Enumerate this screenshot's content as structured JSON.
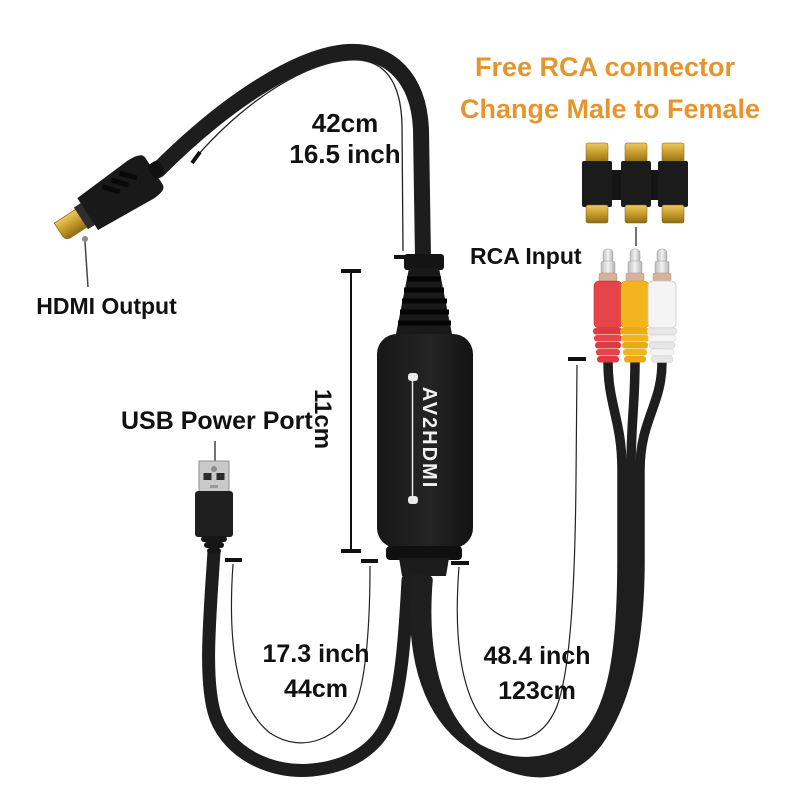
{
  "image_type": "product-annotation-photo",
  "titles": {
    "line1": "Free RCA connector",
    "line2": "Change Male to Female"
  },
  "labels": {
    "hdmi_output": "HDMI Output",
    "usb_power_port": "USB Power Port",
    "rca_input": "RCA Input",
    "device_name": "AV2HDMI"
  },
  "measurements": {
    "hdmi_cable": {
      "metric": "42cm",
      "imperial": "16.5 inch"
    },
    "converter_body": {
      "metric": "11cm"
    },
    "usb_cable": {
      "imperial": "17.3 inch",
      "metric": "44cm"
    },
    "rca_cable": {
      "imperial": "48.4 inch",
      "metric": "123cm"
    }
  },
  "colors": {
    "accent_orange": "#e6952e",
    "label_black": "#111111",
    "rca_red": "#e6444a",
    "rca_yellow": "#f2b51d",
    "rca_white": "#f4f4f4",
    "connector_gold": "#c9a02e",
    "cable_black": "#1d1d1d"
  }
}
